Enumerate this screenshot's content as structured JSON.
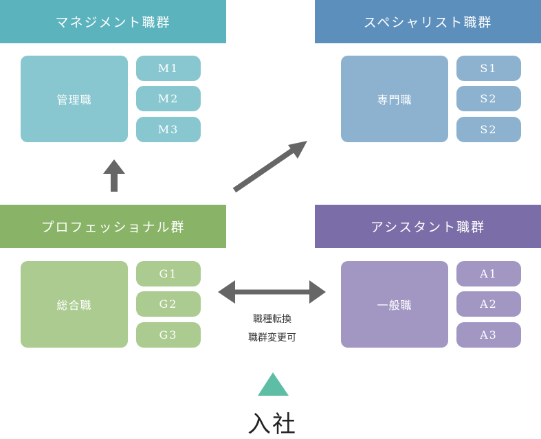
{
  "colors": {
    "management_header": "#5bb3bd",
    "management_box": "#88c7cf",
    "specialist_header": "#5c8fbc",
    "specialist_box": "#8db2cf",
    "professional_header": "#89b467",
    "professional_box": "#abcb91",
    "assistant_header": "#7b6ea8",
    "assistant_box": "#a297c3",
    "arrow": "#666666",
    "triangle": "#5dbda5"
  },
  "groups": {
    "management": {
      "header": "マネジメント職群",
      "job": "管理職",
      "grades": [
        "M1",
        "M2",
        "M3"
      ]
    },
    "specialist": {
      "header": "スペシャリスト職群",
      "job": "専門職",
      "grades": [
        "S1",
        "S2",
        "S2"
      ]
    },
    "professional": {
      "header": "プロフェッショナル群",
      "job": "総合職",
      "grades": [
        "G1",
        "G2",
        "G3"
      ]
    },
    "assistant": {
      "header": "アシスタント職群",
      "job": "一般職",
      "grades": [
        "A1",
        "A2",
        "A3"
      ]
    }
  },
  "transfer_note": {
    "line1": "職種転換",
    "line2": "職群変更可"
  },
  "entry_label": "入社",
  "icons": {
    "up_arrow": "up-arrow-icon",
    "diagonal_arrow": "diagonal-arrow-icon",
    "double_arrow": "double-arrow-icon",
    "entry_marker": "triangle-icon"
  }
}
